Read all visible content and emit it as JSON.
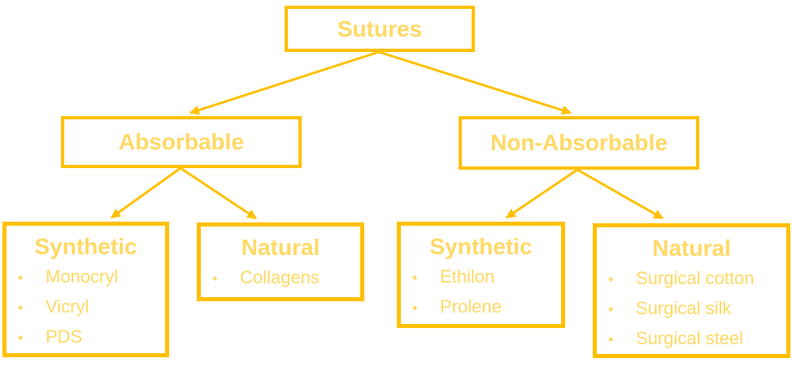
{
  "title": "Sutures classification diagram",
  "colors": {
    "accent": "#FFC000",
    "text": "#FFD966"
  },
  "bullet_char": "•",
  "tree": {
    "root": {
      "label": "Sutures"
    },
    "branches": [
      {
        "label": "Absorbable",
        "children": [
          {
            "title": "Synthetic",
            "items": [
              "Monocryl",
              "Vicryl",
              "PDS"
            ]
          },
          {
            "title": "Natural",
            "items": [
              "Collagens"
            ]
          }
        ]
      },
      {
        "label": "Non-Absorbable",
        "children": [
          {
            "title": "Synthetic",
            "items": [
              "Ethilon",
              "Prolene"
            ]
          },
          {
            "title": "Natural",
            "items": [
              "Surgical cotton",
              "Surgical silk",
              "Surgical steel"
            ]
          }
        ]
      }
    ]
  }
}
